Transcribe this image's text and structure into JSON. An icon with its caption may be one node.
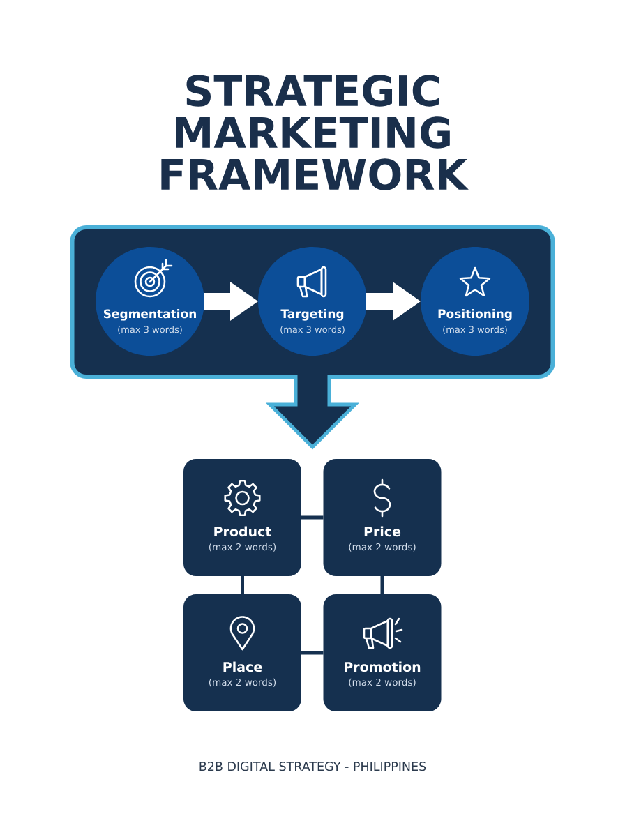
{
  "diagram": {
    "title": "STRATEGIC MARKETING FRAMEWORK",
    "nodes": [
      {
        "text": [],
        "shape": "box"
      },
      {
        "text": [
          "Segmentation",
          "(max 3 words)"
        ],
        "in": 0
      },
      {
        "text": [
          "Targeting",
          "(max 3 words)"
        ],
        "in": 0
      },
      {
        "text": [
          "Positioning",
          "(max 3 words)"
        ],
        "in": 0
      },
      {
        "text": [
          "Product",
          "(max 2 words)"
        ]
      },
      {
        "text": [
          "Price",
          "(max 2 words)"
        ]
      },
      {
        "text": [
          "Place",
          "(max 2 words)"
        ]
      },
      {
        "text": [
          "Promotion",
          "(max 2 words)"
        ]
      }
    ],
    "edges": [
      {
        "from": 1,
        "to": 2,
        "arrow": "to",
        "style": "thick",
        "color": "#ffffff"
      },
      {
        "from": 2,
        "to": 3,
        "arrow": "to",
        "style": "thick",
        "color": "#ffffff"
      },
      {
        "from": 0,
        "to": null,
        "arrow": "to",
        "style": "thick"
      },
      {
        "from": 4,
        "to": 5,
        "arrow": "none"
      },
      {
        "from": 4,
        "to": 6,
        "arrow": "none"
      },
      {
        "from": 5,
        "to": 7,
        "arrow": "none"
      },
      {
        "from": 6,
        "to": 7,
        "arrow": "none"
      }
    ],
    "caption": "B2B DIGITAL STRATEGY - PHILIPPINES"
  }
}
